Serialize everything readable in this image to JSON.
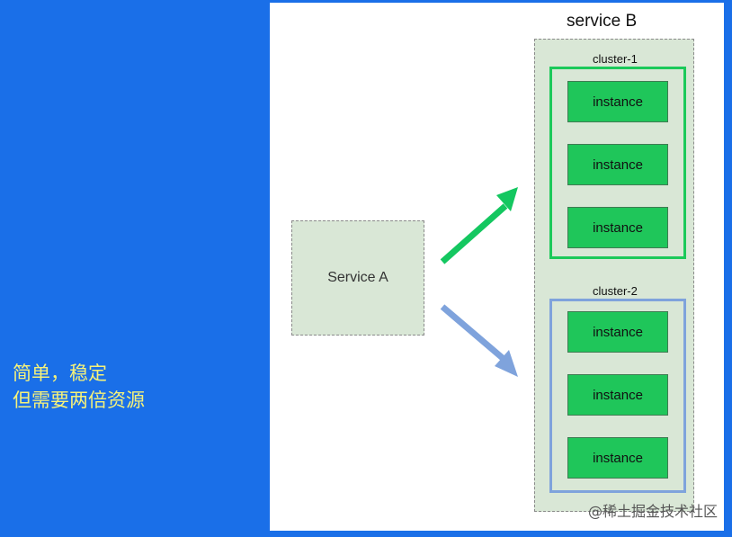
{
  "side_note": {
    "line1": "简单，稳定",
    "line2": "但需要两倍资源",
    "color": "#f6f27a"
  },
  "service_a": {
    "label": "Service A"
  },
  "service_b": {
    "title": "service B",
    "clusters": [
      {
        "label": "cluster-1",
        "border_color": "#1cc95a",
        "instances": [
          "instance",
          "instance",
          "instance"
        ]
      },
      {
        "label": "cluster-2",
        "border_color": "#7fa3dc",
        "instances": [
          "instance",
          "instance",
          "instance"
        ]
      }
    ]
  },
  "arrows": [
    {
      "name": "arrow-to-cluster-1",
      "color": "#14c760"
    },
    {
      "name": "arrow-to-cluster-2",
      "color": "#7fa3dc"
    }
  ],
  "footer": {
    "watermark": "@稀土掘金技术社区"
  },
  "colors": {
    "page_background": "#1a6fe8",
    "canvas_background": "#ffffff",
    "box_fill": "#d9e7d6",
    "instance_fill": "#1fc65a"
  }
}
